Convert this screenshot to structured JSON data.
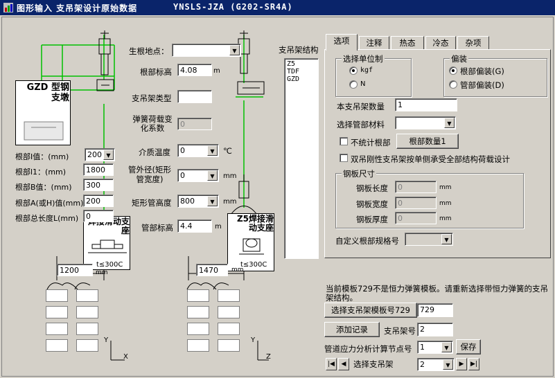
{
  "window": {
    "title": "图形输入  支吊架设计原始数据",
    "code": "YNSLS-JZA  (G202-SR4A)"
  },
  "left_labels": {
    "root_location": "生根地点：",
    "root_elevation": "根部标高",
    "root_elevation_value": "4.08",
    "root_elevation_unit": "m",
    "hanger_type": "支吊架类型",
    "spring_coef": "弹簧荷载变化系数",
    "spring_coef_value": "0",
    "medium_temp": "介质温度",
    "medium_temp_value": "0",
    "medium_temp_unit": "℃",
    "pipe_od": "管外径(矩形管宽度)",
    "pipe_od_value": "0",
    "pipe_od_unit": "mm",
    "rect_height": "矩形管高度",
    "rect_height_value": "800",
    "rect_height_unit": "mm",
    "pipe_elevation": "管部标高",
    "pipe_elevation_value": "4.4",
    "pipe_elevation_unit": "m"
  },
  "root_params": {
    "i_label": "根部I值：(mm)",
    "i_value": "200",
    "l1_label": "根部l1：(mm)",
    "l1_value": "1800",
    "b_label": "根部B值：(mm)",
    "b_value": "300",
    "a_label": "根部A(或H)值(mm)",
    "a_value": "200",
    "total_label": "根部总长度L(mm)",
    "total_value": "0"
  },
  "cards": {
    "gzd_title": "GZD 型钢支墩",
    "left_slide_title": "焊接滑动支座",
    "left_slide_temp": "t≤300C",
    "right_slide_title": "Z5焊接滑动支座",
    "right_slide_temp": "t≤300C"
  },
  "bottom_left": {
    "left_dim_value": "1200",
    "left_dim_unit": "mm",
    "right_dim_value": "1470",
    "right_dim_unit": "mm",
    "axis_y1": "Y",
    "axis_x": "X",
    "axis_y2": "Y",
    "axis_z": "Z"
  },
  "structure": {
    "label": "支吊架结构",
    "items": [
      "Z5",
      "TDF",
      "GZD"
    ]
  },
  "tabs": [
    {
      "label": "选项",
      "active": true
    },
    {
      "label": "注释",
      "active": false
    },
    {
      "label": "热态",
      "active": false
    },
    {
      "label": "冷态",
      "active": false
    },
    {
      "label": "杂项",
      "active": false
    }
  ],
  "options": {
    "unit_group": "选择单位制",
    "unit_kgf": "kgf",
    "unit_n": "N",
    "offset_group": "偏装",
    "offset_root": "根部偏装(G)",
    "offset_pipe": "管部偏装(D)",
    "hanger_count_label": "本支吊架数量",
    "hanger_count_value": "1",
    "pipe_material_label": "选择管部材料",
    "no_count_root_label": "不统计根部",
    "root_count_button": "根部数量1",
    "double_rigid_label": "双吊刚性支吊架按单侧承受全部结构荷载设计",
    "plate_group": "钢板尺寸",
    "plate_length_label": "钢板长度",
    "plate_length_value": "0",
    "plate_width_label": "钢板宽度",
    "plate_width_value": "0",
    "plate_thickness_label": "钢板厚度",
    "plate_thickness_value": "0",
    "plate_unit": "mm",
    "custom_root_label": "自定义根部规格号"
  },
  "bottom_right": {
    "message": "当前模板729不是恒力弹簧模板。请重新选择带恒力弹簧的支吊架结构。",
    "select_template_button": "选择支吊架模板号729",
    "template_value": "729",
    "add_record_button": "添加记录",
    "hanger_no_label": "支吊架号",
    "hanger_no_value": "2",
    "node_label": "管道应力分析计算节点号",
    "node_value": "1",
    "save_button": "保存",
    "select_hanger_label": "选择支吊架",
    "select_hanger_value": "2"
  },
  "colors": {
    "green": "#00c000",
    "titlebar": "#0a246a"
  }
}
